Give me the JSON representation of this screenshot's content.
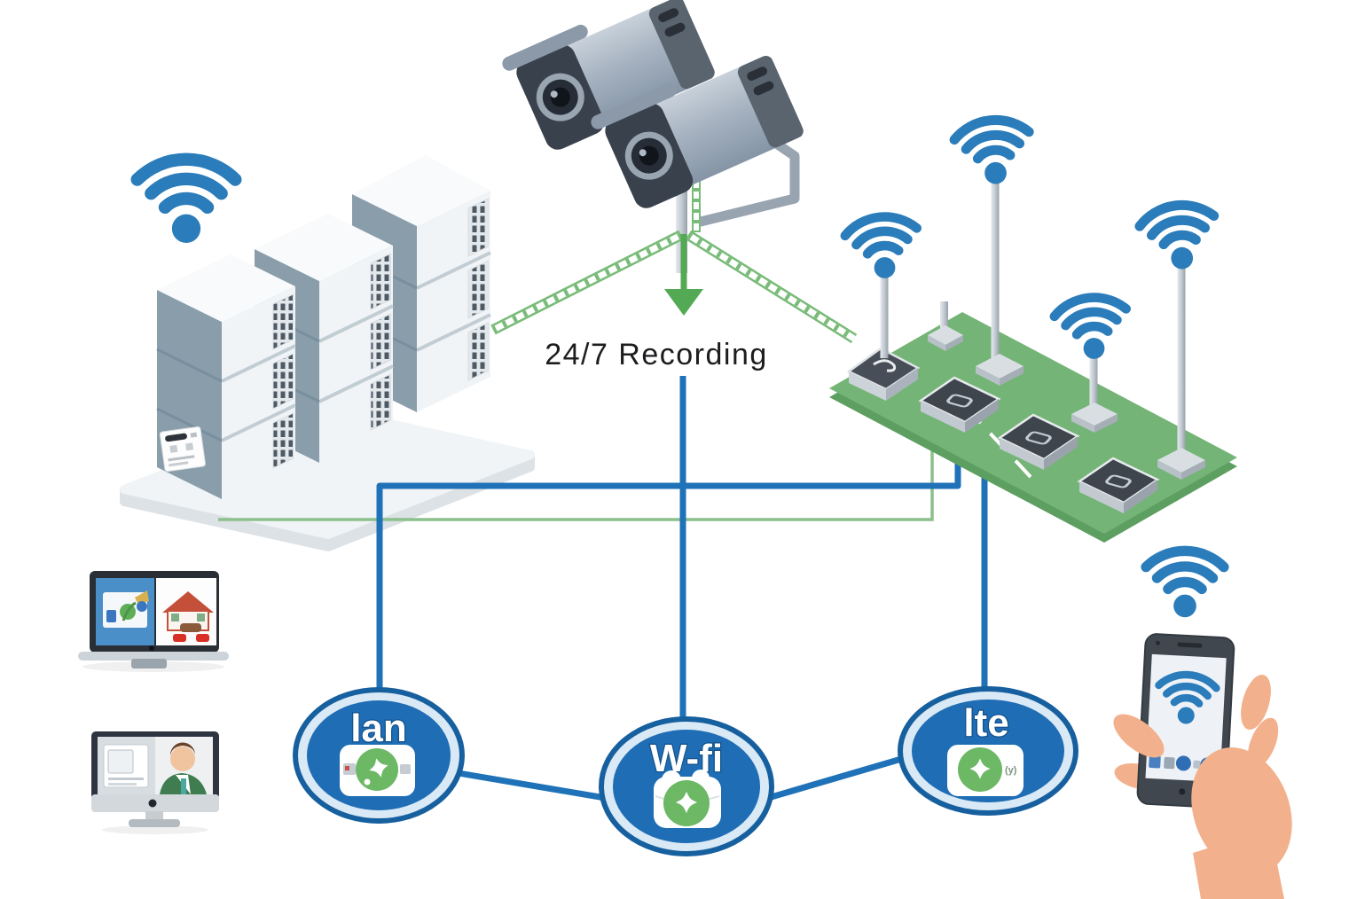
{
  "scene": {
    "recording_label": "24/7 Recording",
    "nodes": [
      {
        "id": "lan",
        "label": "lan",
        "icon": "green-spark-badge-icon"
      },
      {
        "id": "wifi",
        "label": "W-fi",
        "icon": "green-spark-badge-icon"
      },
      {
        "id": "lte",
        "label": "lte",
        "icon": "green-spark-badge-icon",
        "badge": "(y)"
      }
    ],
    "colors": {
      "wifi_blue": "#2b7cba",
      "connection_blue": "#1f72b8",
      "connection_green": "#8cc08c",
      "cable_green": "#79bb79",
      "arrow_green": "#54a954",
      "board_green": "#74b476",
      "node_fill": "#1e6db5",
      "node_border": "#17609f",
      "node_ring": "#d9e9f5",
      "badge_green": "#6cb865",
      "label_text": "#1d1d1f",
      "hand_skin": "#f2b18c"
    }
  }
}
